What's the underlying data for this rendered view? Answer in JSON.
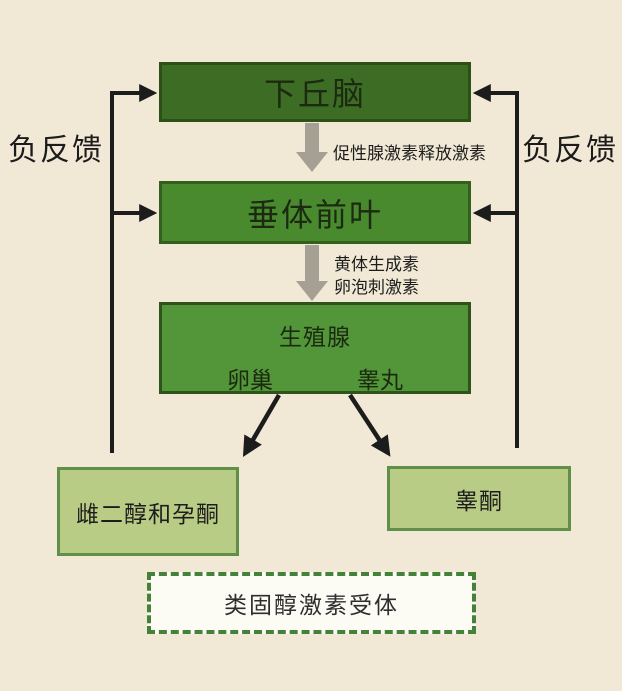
{
  "nodes": {
    "hypothalamus": {
      "label": "下丘脑"
    },
    "pituitary": {
      "label": "垂体前叶"
    },
    "gonad": {
      "title": "生殖腺",
      "ovary": "卵巢",
      "testis": "睾丸"
    },
    "estradiol": {
      "label": "雌二醇和孕酮"
    },
    "testosterone": {
      "label": "睾酮"
    },
    "receptor": {
      "label": "类固醇激素受体"
    }
  },
  "edge_labels": {
    "gnrh": "促性腺激素释放激素",
    "lh": "黄体生成素",
    "fsh": "卵泡刺激素"
  },
  "feedback": {
    "left": "负反馈",
    "right": "负反馈"
  },
  "colors": {
    "background": "#f1e9d6",
    "box_dark_green": "#3d6d25",
    "box_mid_green": "#4a8a2f",
    "box_bright_green": "#529639",
    "box_light_green": "#b9cc85",
    "border_dark_green": "#2d5017",
    "border_light_green": "#5f8f48",
    "dashed_border_green": "#44823a",
    "thick_arrow_gray": "#a6a094",
    "line_black": "#1c1c1c"
  }
}
